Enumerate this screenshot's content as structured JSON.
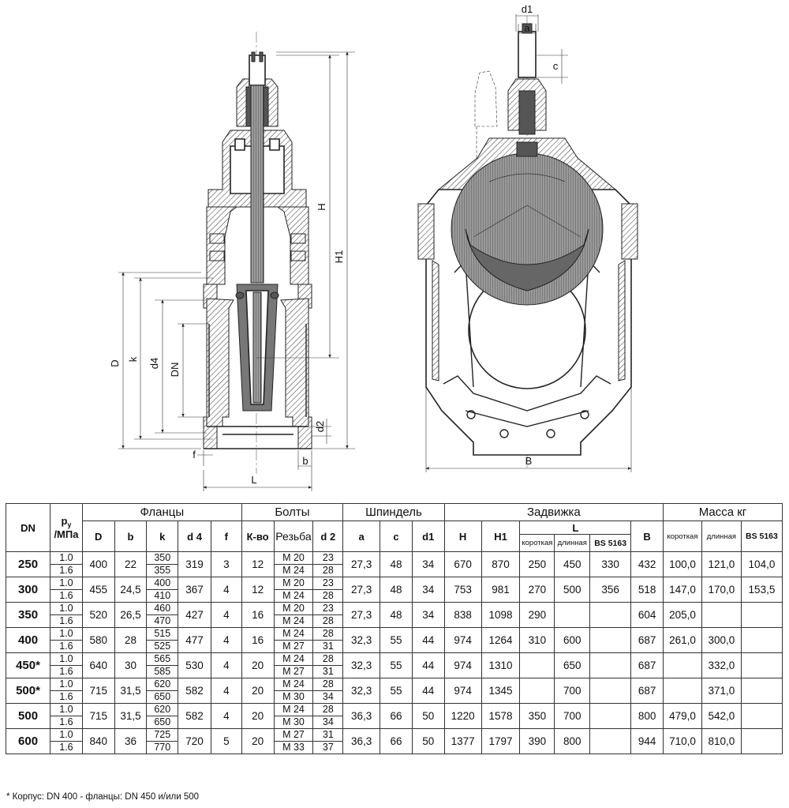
{
  "drawing": {
    "labels": {
      "D": "D",
      "k": "k",
      "d4": "d4",
      "DN": "DN",
      "H": "H",
      "H1": "H1",
      "f": "f",
      "b": "b",
      "L": "L",
      "d2": "d2",
      "d1": "d1",
      "a": "a",
      "c": "c",
      "B": "B"
    }
  },
  "table": {
    "headers": {
      "dn": "DN",
      "py_main": "p",
      "py_sub": "y",
      "py_unit": "/МПа",
      "flanges": "Фланцы",
      "bolts": "Болты",
      "spindle": "Шпиндель",
      "valve": "Задвижка",
      "mass": "Масса кг",
      "D": "D",
      "b": "b",
      "k": "k",
      "d4": "d 4",
      "f": "f",
      "kvo": "К-во",
      "thread": "Резьба",
      "d2": "d 2",
      "a": "a",
      "c": "c",
      "d1": "d1",
      "H": "H",
      "H1": "H1",
      "L": "L",
      "L_short": "короткая",
      "L_long": "длинная",
      "L_bs": "BS 5163",
      "B": "B",
      "m_short": "короткая",
      "m_long": "длинная",
      "m_bs": "BS 5163"
    },
    "rows": [
      {
        "dn": "250",
        "p": [
          "1.0",
          "1.6"
        ],
        "D": "400",
        "b": "22",
        "k": [
          "350",
          "355"
        ],
        "d4": "319",
        "f": "3",
        "kvo": "12",
        "thread": [
          "M 20",
          "M 24"
        ],
        "d2": [
          "23",
          "28"
        ],
        "a": "27,3",
        "c": "48",
        "d1": "34",
        "H": "670",
        "H1": "870",
        "Ls": "250",
        "Ll": "450",
        "Lbs": "330",
        "B": "432",
        "ms": "100,0",
        "ml": "121,0",
        "mbs": "104,0"
      },
      {
        "dn": "300",
        "p": [
          "1.0",
          "1.6"
        ],
        "D": "455",
        "b": "24,5",
        "k": [
          "400",
          "410"
        ],
        "d4": "367",
        "f": "4",
        "kvo": "12",
        "thread": [
          "M 20",
          "M 24"
        ],
        "d2": [
          "23",
          "28"
        ],
        "a": "27,3",
        "c": "48",
        "d1": "34",
        "H": "753",
        "H1": "981",
        "Ls": "270",
        "Ll": "500",
        "Lbs": "356",
        "B": "518",
        "ms": "147,0",
        "ml": "170,0",
        "mbs": "153,5"
      },
      {
        "dn": "350",
        "p": [
          "1.0",
          "1.6"
        ],
        "D": "520",
        "b": "26,5",
        "k": [
          "460",
          "470"
        ],
        "d4": "427",
        "f": "4",
        "kvo": "16",
        "thread": [
          "M 20",
          "M 24"
        ],
        "d2": [
          "23",
          "28"
        ],
        "a": "27,3",
        "c": "48",
        "d1": "34",
        "H": "838",
        "H1": "1098",
        "Ls": "290",
        "Ll": "",
        "Lbs": "",
        "B": "604",
        "ms": "205,0",
        "ml": "",
        "mbs": ""
      },
      {
        "dn": "400",
        "p": [
          "1.0",
          "1.6"
        ],
        "D": "580",
        "b": "28",
        "k": [
          "515",
          "525"
        ],
        "d4": "477",
        "f": "4",
        "kvo": "16",
        "thread": [
          "M 24",
          "M 27"
        ],
        "d2": [
          "28",
          "31"
        ],
        "a": "32,3",
        "c": "55",
        "d1": "44",
        "H": "974",
        "H1": "1264",
        "Ls": "310",
        "Ll": "600",
        "Lbs": "",
        "B": "687",
        "ms": "261,0",
        "ml": "300,0",
        "mbs": ""
      },
      {
        "dn": "450*",
        "p": [
          "1.0",
          "1.6"
        ],
        "D": "640",
        "b": "30",
        "k": [
          "565",
          "585"
        ],
        "d4": "530",
        "f": "4",
        "kvo": "20",
        "thread": [
          "M 24",
          "M 27"
        ],
        "d2": [
          "28",
          "31"
        ],
        "a": "32,3",
        "c": "55",
        "d1": "44",
        "H": "974",
        "H1": "1310",
        "Ls": "",
        "Ll": "650",
        "Lbs": "",
        "B": "687",
        "ms": "",
        "ml": "332,0",
        "mbs": ""
      },
      {
        "dn": "500*",
        "p": [
          "1.0",
          "1.6"
        ],
        "D": "715",
        "b": "31,5",
        "k": [
          "620",
          "650"
        ],
        "d4": "582",
        "f": "4",
        "kvo": "20",
        "thread": [
          "M 24",
          "M 30"
        ],
        "d2": [
          "28",
          "34"
        ],
        "a": "32,3",
        "c": "55",
        "d1": "44",
        "H": "974",
        "H1": "1345",
        "Ls": "",
        "Ll": "700",
        "Lbs": "",
        "B": "687",
        "ms": "",
        "ml": "371,0",
        "mbs": ""
      },
      {
        "dn": "500",
        "p": [
          "1.0",
          "1.6"
        ],
        "D": "715",
        "b": "31,5",
        "k": [
          "620",
          "650"
        ],
        "d4": "582",
        "f": "4",
        "kvo": "20",
        "thread": [
          "M 24",
          "M 30"
        ],
        "d2": [
          "28",
          "34"
        ],
        "a": "36,3",
        "c": "66",
        "d1": "50",
        "H": "1220",
        "H1": "1578",
        "Ls": "350",
        "Ll": "700",
        "Lbs": "",
        "B": "800",
        "ms": "479,0",
        "ml": "542,0",
        "mbs": ""
      },
      {
        "dn": "600",
        "p": [
          "1.0",
          "1.6"
        ],
        "D": "840",
        "b": "36",
        "k": [
          "725",
          "770"
        ],
        "d4": "720",
        "f": "5",
        "kvo": "20",
        "thread": [
          "M 27",
          "M 33"
        ],
        "d2": [
          "31",
          "37"
        ],
        "a": "36,3",
        "c": "66",
        "d1": "50",
        "H": "1377",
        "H1": "1797",
        "Ls": "390",
        "Ll": "800",
        "Lbs": "",
        "B": "944",
        "ms": "710,0",
        "ml": "810,0",
        "mbs": ""
      }
    ]
  },
  "footnote": "* Корпус: DN 400 - фланцы: DN 450 и/или 500"
}
